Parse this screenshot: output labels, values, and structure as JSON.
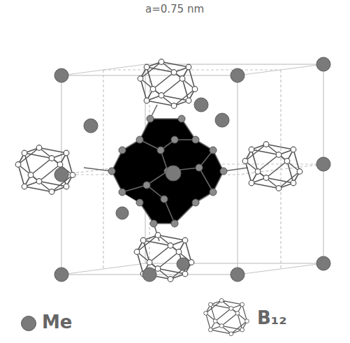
{
  "diagram": {
    "labels": [
      "a=0.75 nm"
    ],
    "legend": [
      {
        "text": "Me",
        "color": "#7a7a7a"
      },
      {
        "text": "B₁₂"
      }
    ]
  }
}
